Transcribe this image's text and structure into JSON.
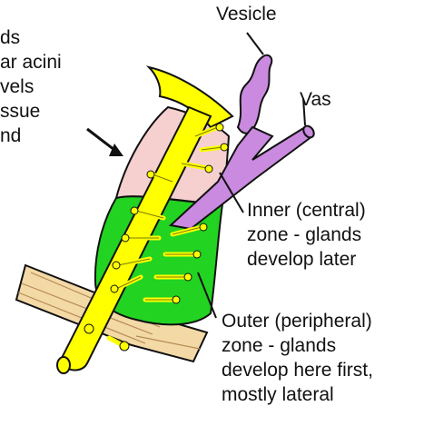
{
  "labels": {
    "left_block": [
      "ds",
      "ar acini",
      "vels",
      "ssue",
      "nd"
    ],
    "vesicle": "Vesicle",
    "vas": "Vas",
    "inner_zone": [
      "Inner (central)",
      "zone - glands",
      "develop later"
    ],
    "outer_zone": [
      "Outer (peripheral)",
      "zone - glands",
      "develop here first,",
      "mostly lateral"
    ]
  },
  "colors": {
    "urethra_yellow": "#ffff00",
    "inner_zone_pink": "#f6cfcf",
    "outer_zone_green": "#22d322",
    "vesicle_vas_purple": "#c98ae0",
    "muscle_tan": "#f3d9a6",
    "outline": "#111111"
  }
}
